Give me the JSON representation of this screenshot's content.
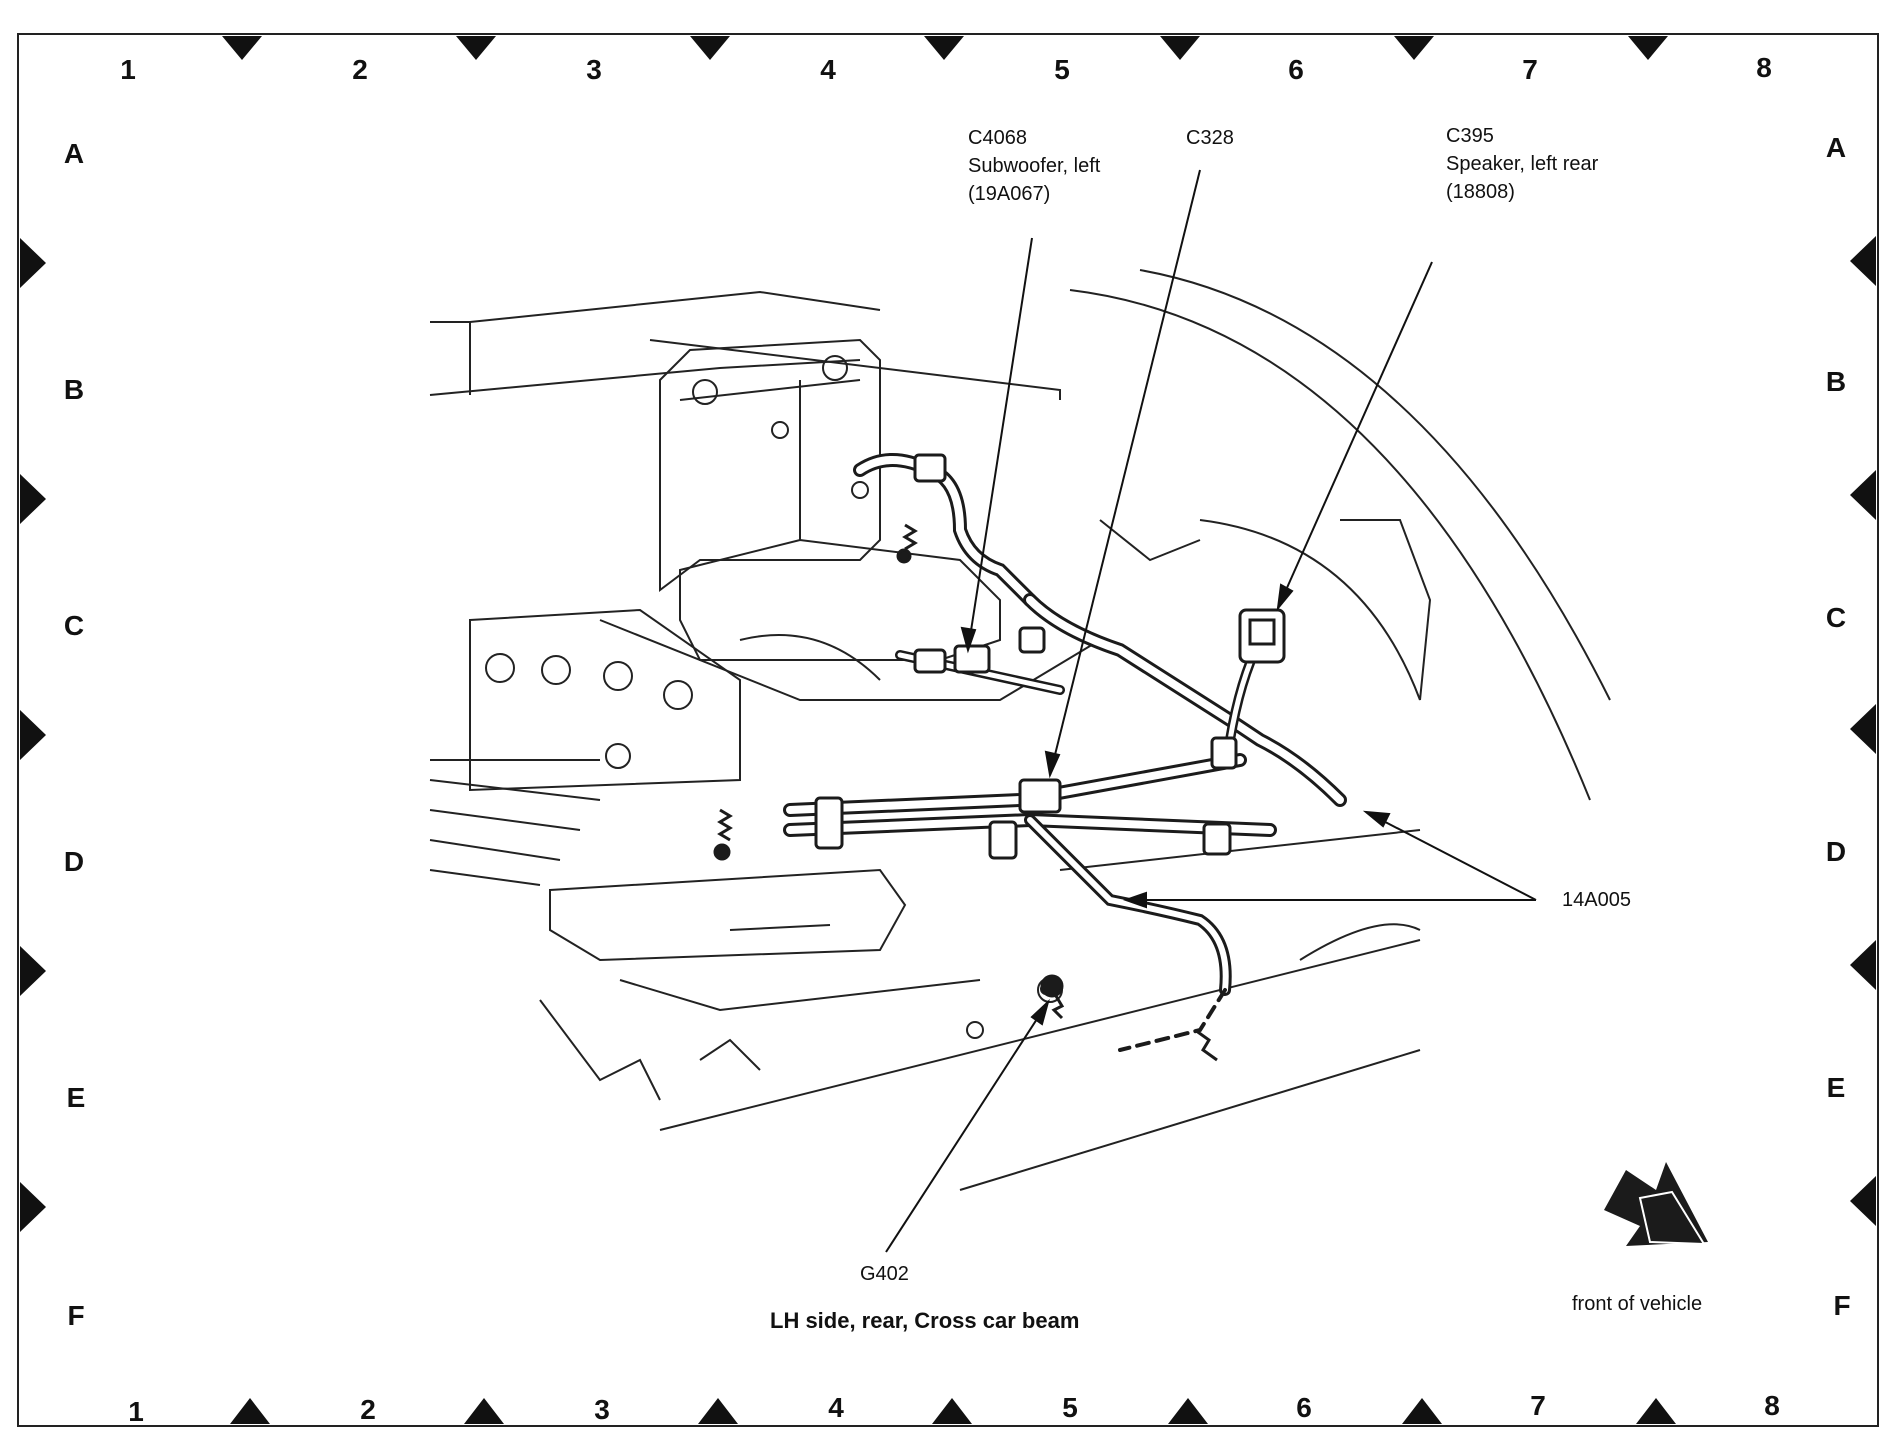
{
  "grid": {
    "columns": [
      "1",
      "2",
      "3",
      "4",
      "5",
      "6",
      "7",
      "8"
    ],
    "rows": [
      "A",
      "B",
      "C",
      "D",
      "E",
      "F"
    ]
  },
  "callouts": {
    "c4068": {
      "id": "C4068",
      "desc": "Subwoofer, left",
      "part": "(19A067)"
    },
    "c328": {
      "id": "C328"
    },
    "c395": {
      "id": "C395",
      "desc": "Speaker, left rear",
      "part": "(18808)"
    },
    "harness": {
      "id": "14A005"
    },
    "g402": {
      "id": "G402"
    }
  },
  "caption": "LH side, rear, Cross car beam",
  "orientation": {
    "label": "front of vehicle",
    "icon": "front-direction-arrow-icon"
  },
  "colors": {
    "line": "#111111",
    "background": "#ffffff"
  }
}
